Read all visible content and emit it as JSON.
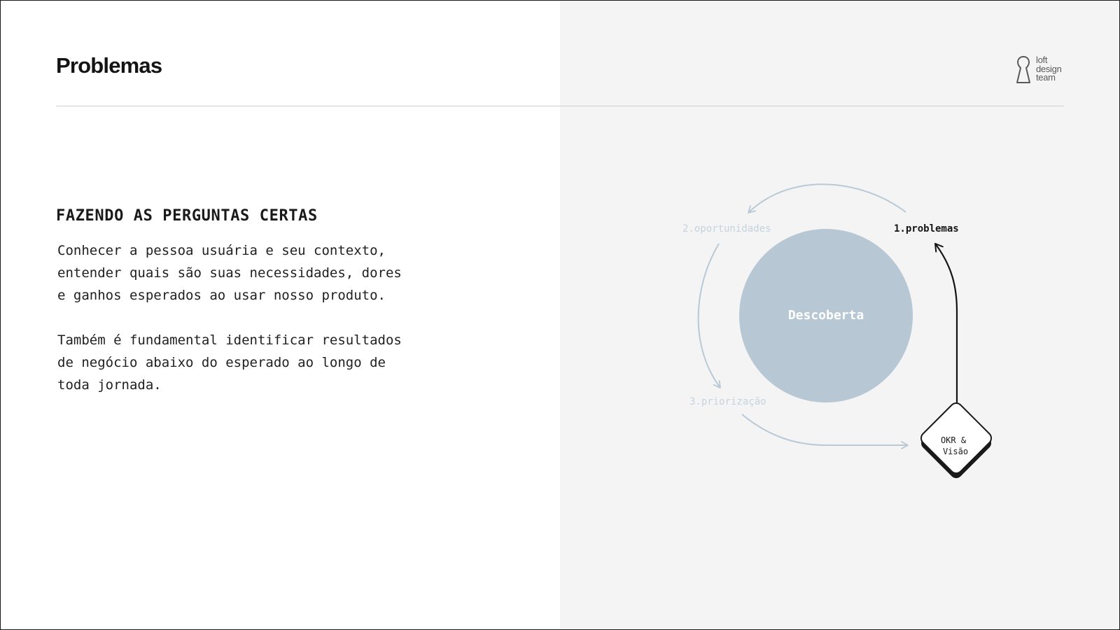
{
  "header": {
    "title": "Problemas",
    "logo": {
      "icon": "keyhole-icon",
      "lines": [
        "loft",
        "design",
        "team"
      ]
    }
  },
  "content": {
    "heading": "FAZENDO AS PERGUNTAS CERTAS",
    "paragraphs": [
      [
        "Conhecer a pessoa usuária e seu contexto,",
        "entender quais são suas necessidades, dores",
        "e ganhos esperados ao usar nosso produto."
      ],
      [
        "Também é fundamental identificar resultados",
        "de negócio abaixo do esperado ao longo de",
        "toda jornada."
      ]
    ]
  },
  "diagram": {
    "center": "Descoberta",
    "steps": [
      "1.problemas",
      "2.oportunidades",
      "3.priorização"
    ],
    "okr": [
      "OKR &",
      "Visão"
    ],
    "colors": {
      "circle": "#b7c8d4",
      "faded": "#b9c9d6",
      "active": "#141414",
      "panel": "#f4f4f4"
    }
  }
}
